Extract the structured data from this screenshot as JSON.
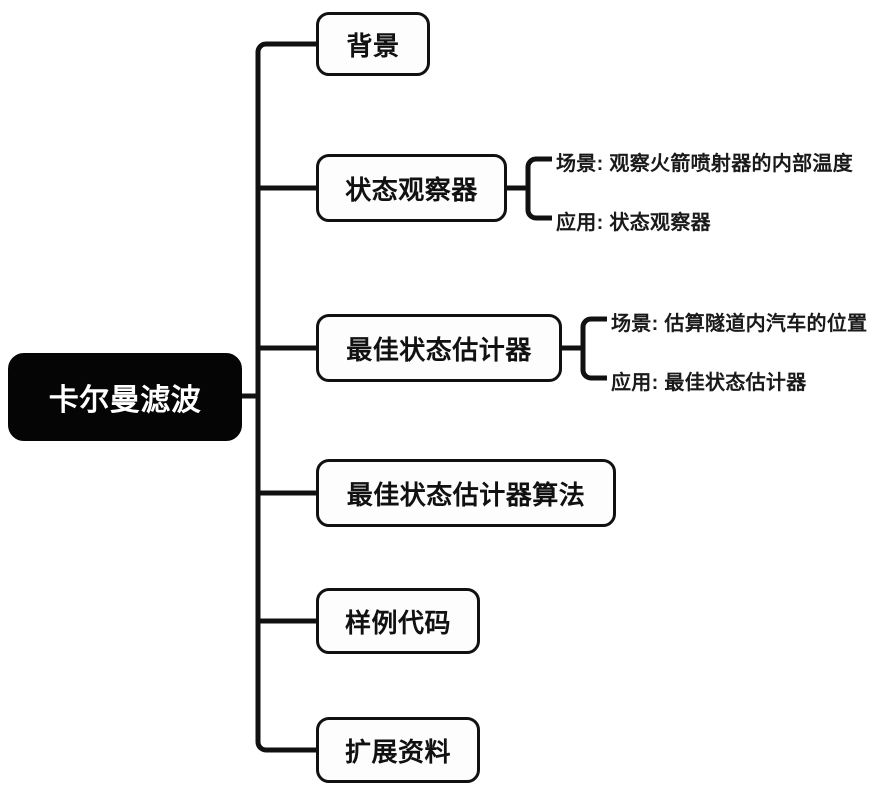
{
  "diagram": {
    "type": "mind-map",
    "title": "卡尔曼滤波",
    "background_color": "#ffffff",
    "root_color": "#050505",
    "root_text_color": "#ffffff",
    "branch_border_color": "#111111",
    "branch_fill_color": "#fdfdfd",
    "line_color": "#111111",
    "root": {
      "label": "卡尔曼滤波"
    },
    "branches": [
      {
        "label": "背景",
        "children": []
      },
      {
        "label": "状态观察器",
        "children": [
          {
            "label": "场景: 观察火箭喷射器的内部温度"
          },
          {
            "label": "应用: 状态观察器"
          }
        ]
      },
      {
        "label": "最佳状态估计器",
        "children": [
          {
            "label": "场景: 估算隧道内汽车的位置"
          },
          {
            "label": "应用: 最佳状态估计器"
          }
        ]
      },
      {
        "label": "最佳状态估计器算法",
        "children": []
      },
      {
        "label": "样例代码",
        "children": []
      },
      {
        "label": "扩展资料",
        "children": []
      }
    ]
  }
}
